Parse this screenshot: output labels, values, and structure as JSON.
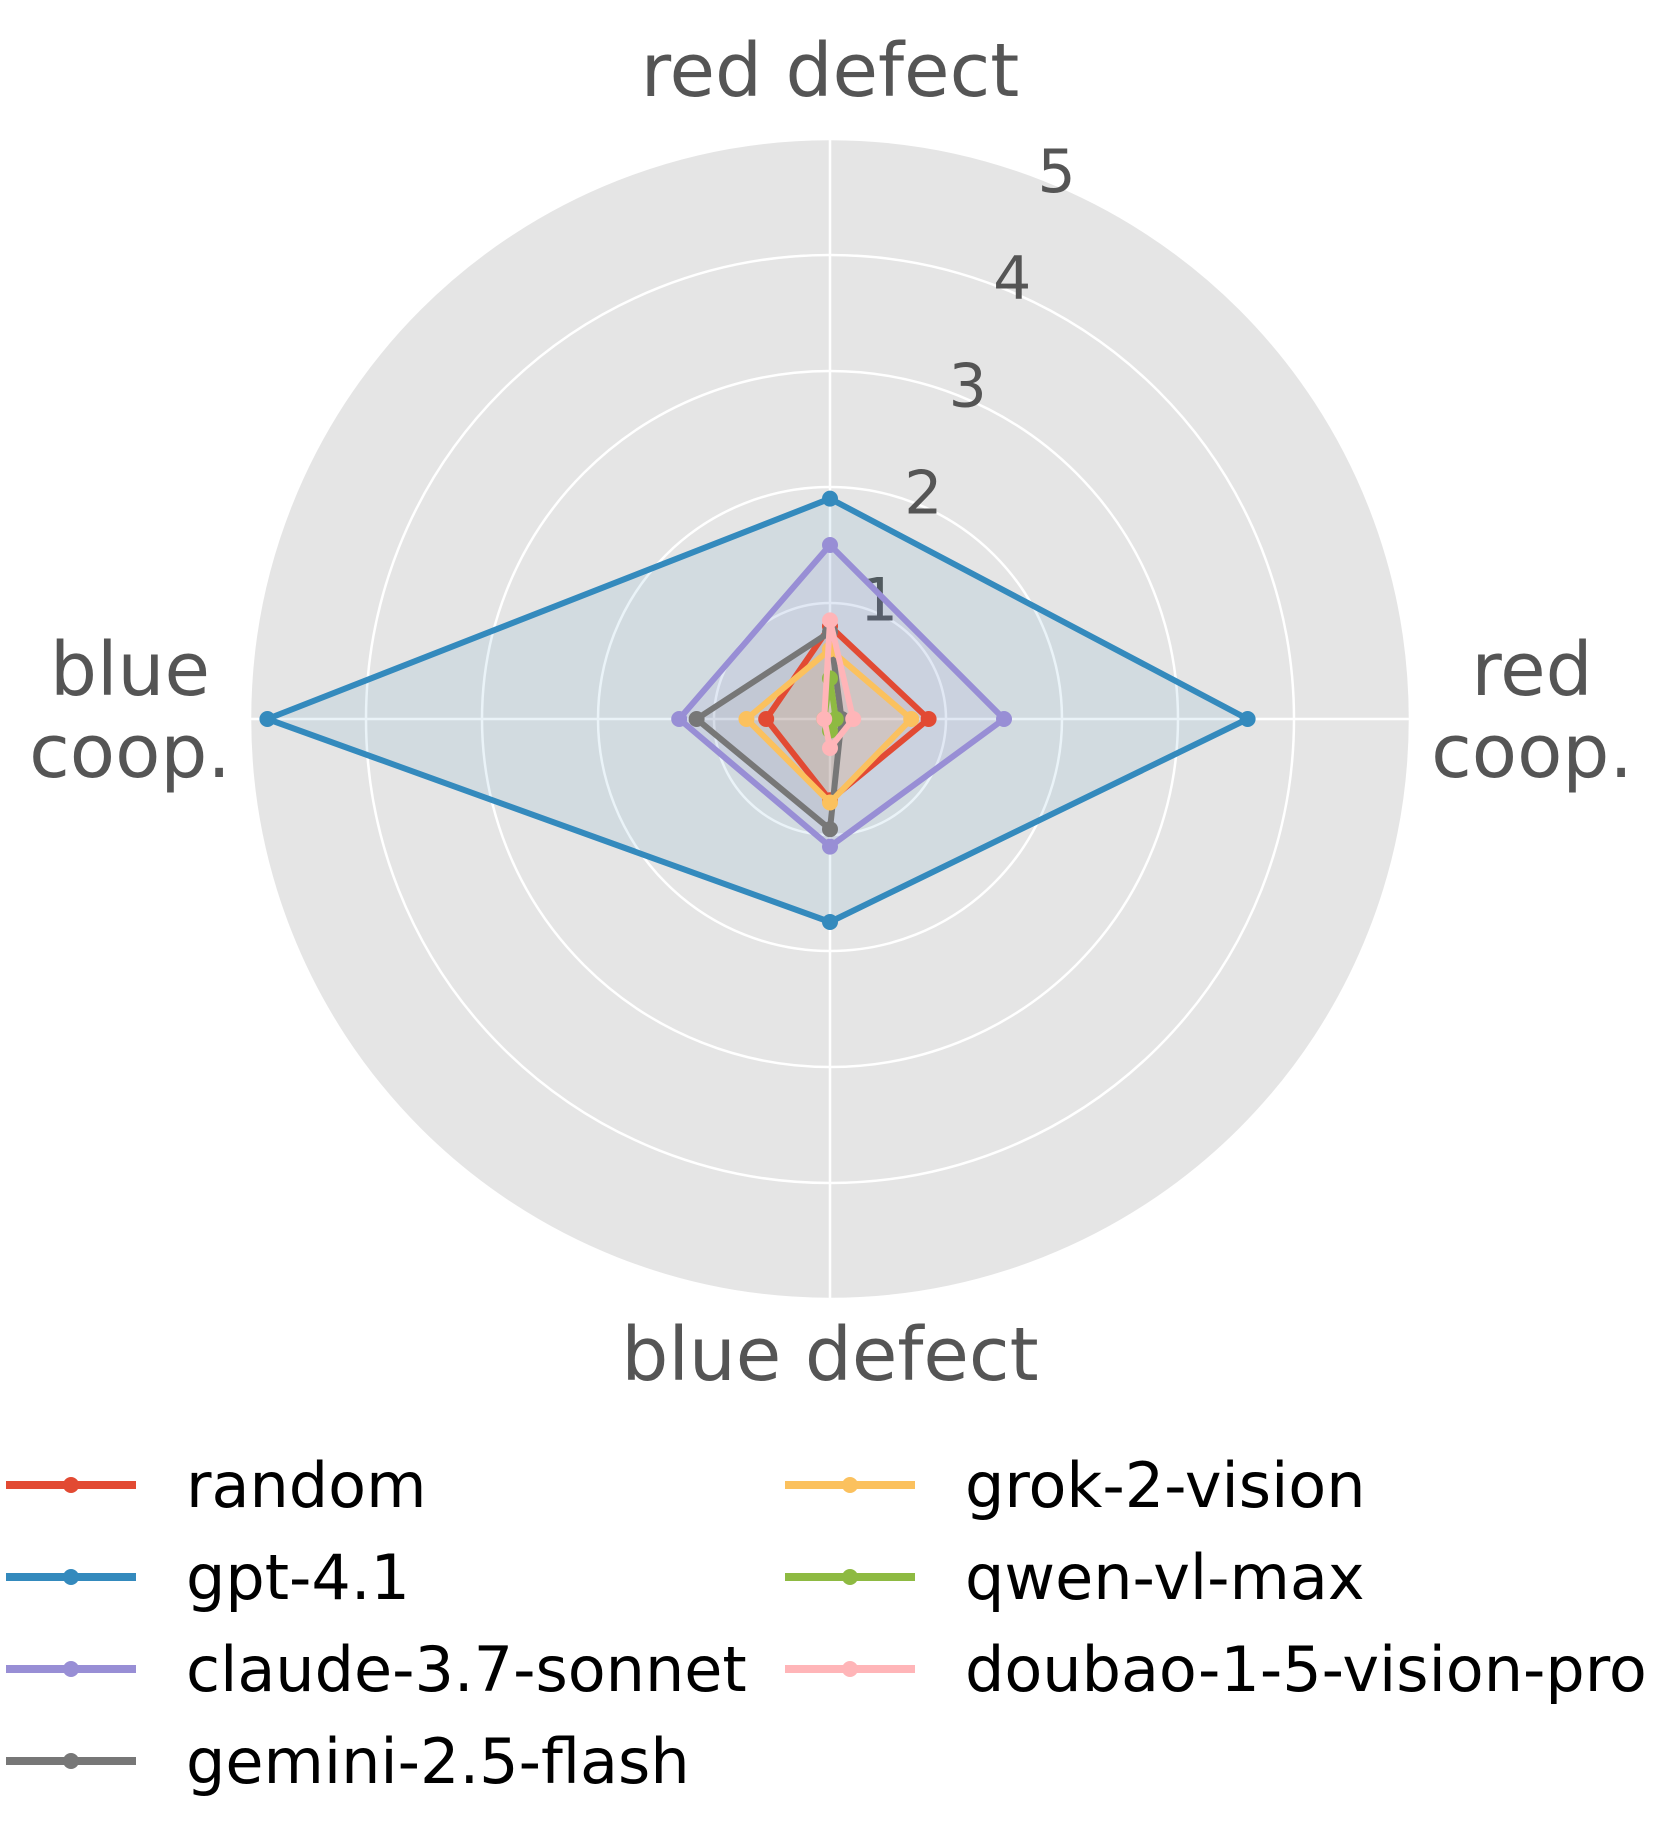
{
  "chart_data": {
    "type": "radar",
    "axes": [
      {
        "key": "red_defect",
        "label": [
          "red defect"
        ]
      },
      {
        "key": "red_coop",
        "label": [
          "red",
          "coop."
        ]
      },
      {
        "key": "blue_defect",
        "label": [
          "blue defect"
        ]
      },
      {
        "key": "blue_coop",
        "label": [
          "blue",
          "coop."
        ]
      }
    ],
    "rlim": [
      0,
      5
    ],
    "rticks": [
      "1",
      "2",
      "3",
      "4",
      "5"
    ],
    "grid": true,
    "background": "#e5e5e5",
    "legend_position": "bottom",
    "series": [
      {
        "name": "random",
        "color": "#e24a33",
        "values": [
          0.8,
          0.85,
          0.7,
          0.55
        ]
      },
      {
        "name": "gpt-4.1",
        "color": "#348abd",
        "values": [
          1.9,
          3.6,
          1.75,
          4.85
        ]
      },
      {
        "name": "claude-3.7-sonnet",
        "color": "#988ed5",
        "values": [
          1.5,
          1.5,
          1.1,
          1.3
        ]
      },
      {
        "name": "gemini-2.5-flash",
        "color": "#777777",
        "values": [
          0.75,
          0.1,
          0.95,
          1.15
        ]
      },
      {
        "name": "grok-2-vision",
        "color": "#fbc15e",
        "values": [
          0.6,
          0.7,
          0.72,
          0.72
        ]
      },
      {
        "name": "qwen-vl-max",
        "color": "#8eba42",
        "values": [
          0.35,
          0.05,
          0.1,
          0.05
        ]
      },
      {
        "name": "doubao-1-5-vision-pro",
        "color": "#ffb5b8",
        "values": [
          0.85,
          0.2,
          0.25,
          0.05
        ]
      }
    ]
  }
}
